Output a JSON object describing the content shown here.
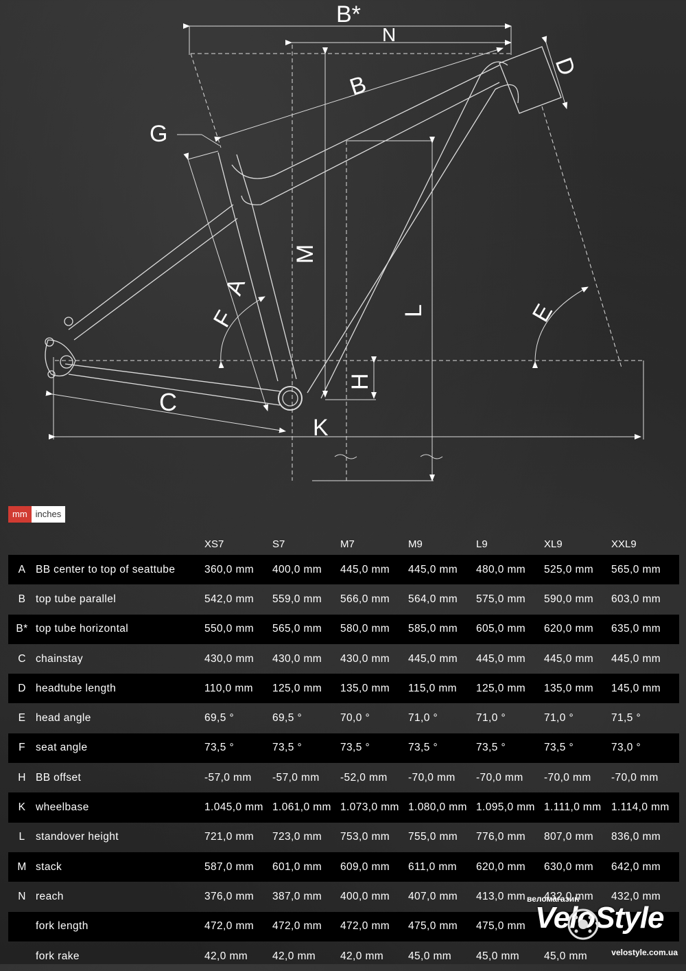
{
  "diagram": {
    "labels": {
      "b_star": "B*",
      "n": "N",
      "b": "B",
      "d": "D",
      "g": "G",
      "m": "M",
      "a": "A",
      "f": "F",
      "l": "L",
      "e": "E",
      "h": "H",
      "c": "C",
      "k": "K"
    }
  },
  "units": {
    "mm": "mm",
    "inches": "inches",
    "active": "mm"
  },
  "table": {
    "sizes": [
      "XS7",
      "S7",
      "M7",
      "M9",
      "L9",
      "XL9",
      "XXL9"
    ],
    "rows": [
      {
        "key": "A",
        "label": "BB center to top of seattube",
        "values": [
          "360,0 mm",
          "400,0 mm",
          "445,0 mm",
          "445,0 mm",
          "480,0 mm",
          "525,0 mm",
          "565,0 mm"
        ]
      },
      {
        "key": "B",
        "label": "top tube parallel",
        "values": [
          "542,0 mm",
          "559,0 mm",
          "566,0 mm",
          "564,0 mm",
          "575,0 mm",
          "590,0 mm",
          "603,0 mm"
        ]
      },
      {
        "key": "B*",
        "label": "top tube horizontal",
        "values": [
          "550,0 mm",
          "565,0 mm",
          "580,0 mm",
          "585,0 mm",
          "605,0 mm",
          "620,0 mm",
          "635,0 mm"
        ]
      },
      {
        "key": "C",
        "label": "chainstay",
        "values": [
          "430,0 mm",
          "430,0 mm",
          "430,0 mm",
          "445,0 mm",
          "445,0 mm",
          "445,0 mm",
          "445,0 mm"
        ]
      },
      {
        "key": "D",
        "label": "headtube length",
        "values": [
          "110,0 mm",
          "125,0 mm",
          "135,0 mm",
          "115,0 mm",
          "125,0 mm",
          "135,0 mm",
          "145,0 mm"
        ]
      },
      {
        "key": "E",
        "label": "head angle",
        "values": [
          "69,5 °",
          "69,5 °",
          "70,0 °",
          "71,0 °",
          "71,0 °",
          "71,0 °",
          "71,5 °"
        ]
      },
      {
        "key": "F",
        "label": "seat angle",
        "values": [
          "73,5 °",
          "73,5 °",
          "73,5 °",
          "73,5 °",
          "73,5 °",
          "73,5 °",
          "73,0 °"
        ]
      },
      {
        "key": "H",
        "label": "BB offset",
        "values": [
          "-57,0 mm",
          "-57,0 mm",
          "-52,0 mm",
          "-70,0 mm",
          "-70,0 mm",
          "-70,0 mm",
          "-70,0 mm"
        ]
      },
      {
        "key": "K",
        "label": "wheelbase",
        "values": [
          "1.045,0 mm",
          "1.061,0 mm",
          "1.073,0 mm",
          "1.080,0 mm",
          "1.095,0 mm",
          "1.111,0 mm",
          "1.114,0 mm"
        ]
      },
      {
        "key": "L",
        "label": "standover height",
        "values": [
          "721,0 mm",
          "723,0 mm",
          "753,0 mm",
          "755,0 mm",
          "776,0 mm",
          "807,0 mm",
          "836,0 mm"
        ]
      },
      {
        "key": "M",
        "label": "stack",
        "values": [
          "587,0 mm",
          "601,0 mm",
          "609,0 mm",
          "611,0 mm",
          "620,0 mm",
          "630,0 mm",
          "642,0 mm"
        ]
      },
      {
        "key": "N",
        "label": "reach",
        "values": [
          "376,0 mm",
          "387,0 mm",
          "400,0 mm",
          "407,0 mm",
          "413,0 mm",
          "432,0 mm",
          "432,0 mm"
        ]
      },
      {
        "key": "",
        "label": "fork length",
        "values": [
          "472,0 mm",
          "472,0 mm",
          "472,0 mm",
          "475,0 mm",
          "475,0 mm",
          "",
          ""
        ]
      },
      {
        "key": "",
        "label": "fork rake",
        "values": [
          "42,0 mm",
          "42,0 mm",
          "42,0 mm",
          "45,0 mm",
          "45,0 mm",
          "45,0 mm",
          ""
        ]
      }
    ]
  },
  "brand": {
    "sub": "веломагазин",
    "name": "VeloStyle",
    "url": "velostyle.com.ua",
    "icon": "brake-disc-icon"
  }
}
